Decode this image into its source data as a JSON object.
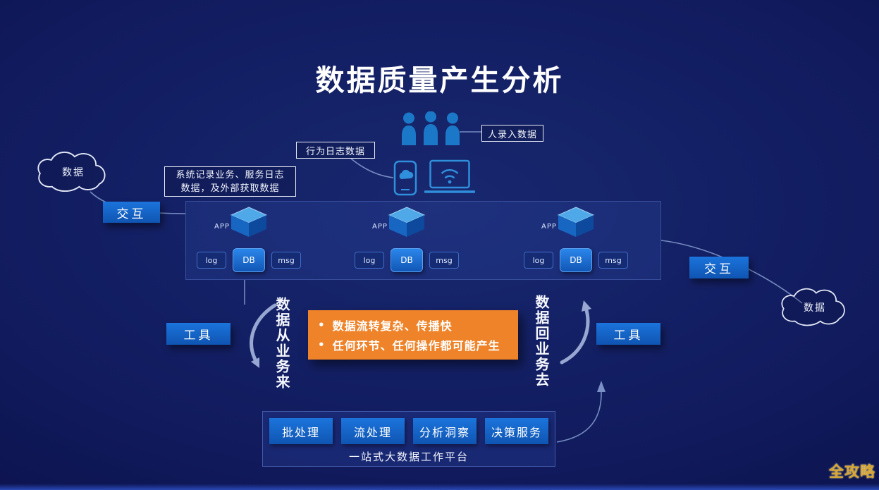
{
  "title": "数据质量产生分析",
  "top": {
    "human_input_label": "人录入数据",
    "behavior_log_label": "行为日志数据",
    "system_record_line1": "系统记录业务、服务日志",
    "system_record_line2": "数据，及外部获取数据"
  },
  "clouds": {
    "left": "数据",
    "right": "数据"
  },
  "buttons": {
    "interact_left": "交互",
    "interact_right": "交互",
    "tool_left": "工具",
    "tool_right": "工具"
  },
  "app_groups": [
    {
      "app": "APP",
      "boxes": [
        "log",
        "DB",
        "msg"
      ]
    },
    {
      "app": "APP",
      "boxes": [
        "log",
        "DB",
        "msg"
      ]
    },
    {
      "app": "APP",
      "boxes": [
        "log",
        "DB",
        "msg"
      ]
    }
  ],
  "flow": {
    "from_business": "数据从业务来",
    "to_business": "数据回业务去"
  },
  "orange_box": {
    "bullet": "•",
    "items": [
      "数据流转复杂、传播快",
      "任何环节、任何操作都可能产生"
    ]
  },
  "platform": {
    "buttons": [
      "批处理",
      "流处理",
      "分析洞察",
      "决策服务"
    ],
    "caption": "一站式大数据工作平台"
  },
  "watermark": "全攻略",
  "colors": {
    "accent_blue": "#1b74dc",
    "orange": "#ef8329",
    "background": "#101a5c",
    "gold": "#d9a62e"
  }
}
